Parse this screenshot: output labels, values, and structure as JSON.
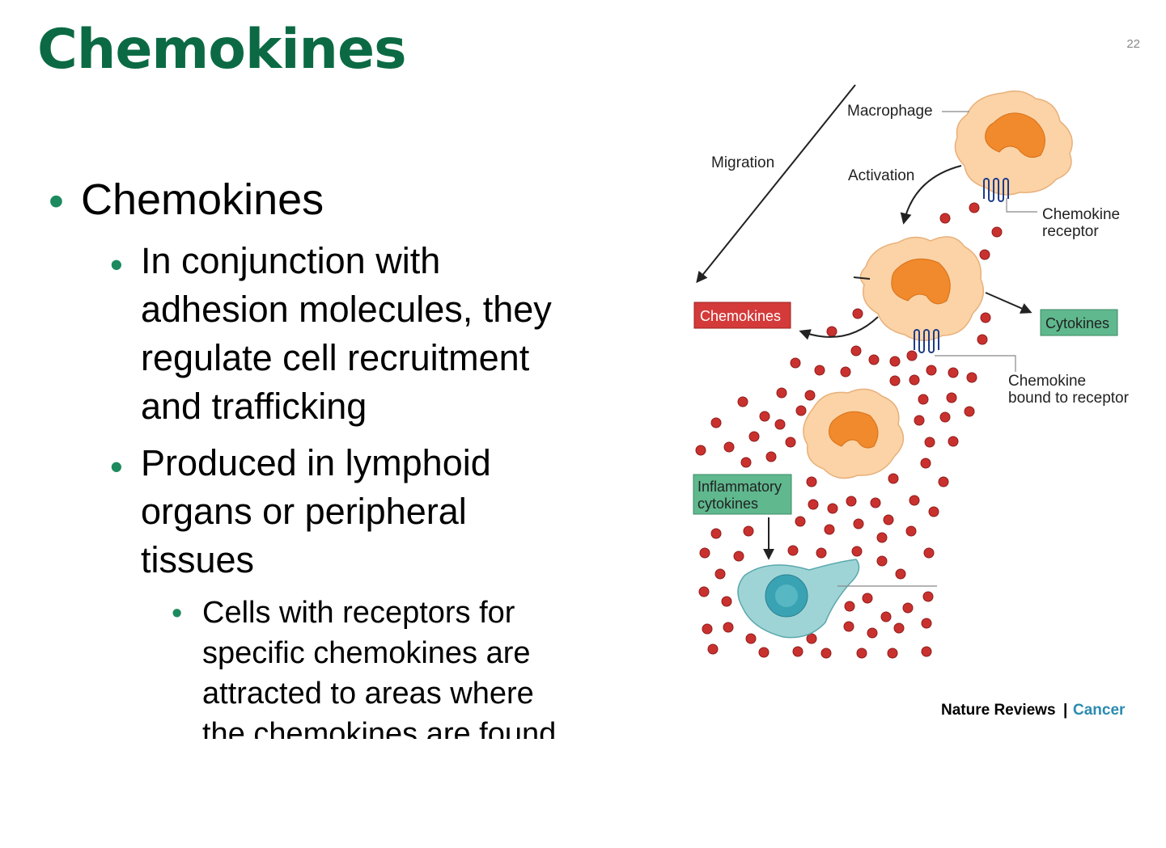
{
  "slide": {
    "title": "Chemokines",
    "page_number": "22"
  },
  "bullets": {
    "level1": "Chemokines",
    "level2_a": [
      "In conjunction with",
      "adhesion molecules, they",
      "regulate cell recruitment",
      "and trafficking"
    ],
    "level2_b": [
      "Produced in lymphoid",
      "organs or peripheral",
      "tissues"
    ],
    "level3": [
      "Cells with receptors for",
      "specific chemokines are",
      "attracted to areas where",
      "the chemokines are found"
    ]
  },
  "figure": {
    "labels": {
      "macrophage": "Macrophage",
      "migration": "Migration",
      "activation": "Activation",
      "chemokine_receptor": [
        "Chemokine",
        "receptor"
      ],
      "chemokines_box": "Chemokines",
      "cytokines_box": "Cytokines",
      "chemokine_bound": [
        "Chemokine",
        "bound to receptor"
      ],
      "inflammatory_cytokines": [
        "Inflammatory",
        "cytokines"
      ]
    },
    "credit": {
      "journal": "Nature Reviews",
      "separator": "|",
      "section": "Cancer"
    },
    "colors": {
      "cell_fill": "#fbd3a6",
      "nucleus": "#f08a2c",
      "chemokine_dot": "#c9312f",
      "red_box": "#d43a3a",
      "green_box": "#5fb88e",
      "target_cell": "#9fd4d6",
      "target_nucleus": "#3aa3b3",
      "receptor": "#1f3b8a",
      "accent": "#0b6a43"
    }
  }
}
